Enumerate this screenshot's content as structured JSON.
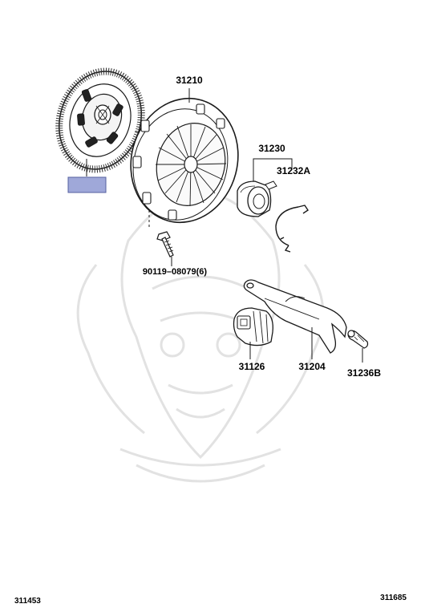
{
  "part_labels": {
    "pressure_plate": "31210",
    "release_bearing": "31230",
    "bearing_clip": "31232A",
    "bolt": "90119–08079(6)",
    "fork_boot": "31126",
    "release_fork": "31204",
    "fork_support": "31236B"
  },
  "footer": {
    "left_code": "311453",
    "right_code": "311685"
  },
  "colors": {
    "line": "#1a1a1a",
    "highlight_fill": "#9fa8d9",
    "highlight_stroke": "#5560a0",
    "watermark": "#e4e4e4"
  }
}
